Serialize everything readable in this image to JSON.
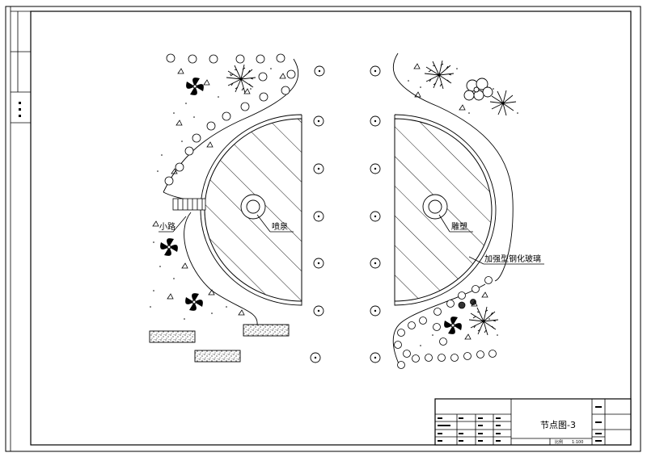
{
  "drawing": {
    "labels": {
      "path": "小路",
      "fountain": "喷泉",
      "sculpture": "雕塑",
      "glass": "加强型钢化玻璃"
    },
    "title_block": {
      "title": "节点图-3",
      "scale_label": "比例",
      "scale_value": "1:100"
    }
  }
}
